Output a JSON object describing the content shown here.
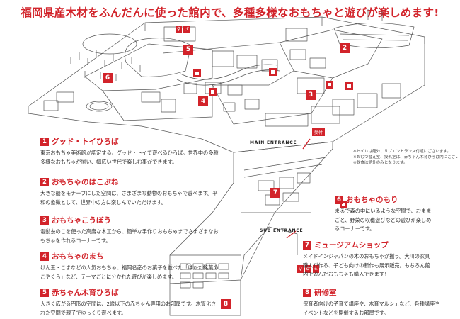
{
  "headline": "福岡県産木材をふんだんに使った館内で、多種多様なおもちゃと遊びが楽しめます!",
  "main_entrance": "MAIN ENTRANCE",
  "sub_entrance": "SUB ENTRANCE",
  "reception": "受付",
  "zones": [
    {
      "num": "1",
      "name": "グッド・トイひろば",
      "desc": "東京おもちゃ美術館が認定する、グッド・トイで遊べるひろば。世界中の多種多様なおもちゃが揃い、幅広い世代で楽しむ事ができます。"
    },
    {
      "num": "2",
      "name": "おもちゃのはこぶね",
      "desc": "大きな船をモチーフにした空間は、さまざまな動物のおもちゃで遊べます。平和の象徴として、世界中の方に楽しんでいただけます。"
    },
    {
      "num": "3",
      "name": "おもちゃこうぼう",
      "desc": "電動糸のこを使った高度な木工から、簡単な手作りおもちゃまでさまざまなおもちゃを作れるコーナーです。"
    },
    {
      "num": "4",
      "name": "おもちゃのまち",
      "desc": "けん玉・こまなどの人気おもちゃ、福岡名産のお菓子を並べた「はかた銘菓のこやぐら」など、テーマごとに分かれた遊びが楽しめます。"
    },
    {
      "num": "5",
      "name": "赤ちゃん木育ひろば",
      "desc": "大きく広がる円形の空間は、2歳以下の赤ちゃん専用のお部屋です。木質化された空間で親子でゆっくり遊べます。"
    },
    {
      "num": "6",
      "name": "おもちゃのもり",
      "desc": "まるで森の中にいるような空間で、おままごと、野菜の収穫遊びなどの遊びが楽しめるコーナーです。"
    },
    {
      "num": "7",
      "name": "ミュージアムショップ",
      "desc": "メイドインジャパンの木のおもちゃが揃う。大川の家具職人が作る、子ども向けの新作も展示販売。もちろん館内で遊んだおもちゃも購入できます！"
    },
    {
      "num": "8",
      "name": "研修室",
      "desc": "保育者向けの子育て講座や、木育マルシェなど、各種講座やイベントなどを開催するお部屋です。"
    }
  ],
  "notes": [
    "※トイレは館外、サブエントランス付近にございます。",
    "※おむつ替え室、授乳室は、赤ちゃん木育ひろば内にございます。",
    "※飲食は館外のみとなります。"
  ],
  "colors": {
    "accent": "#d2232a",
    "line": "#444444",
    "text": "#333333"
  }
}
